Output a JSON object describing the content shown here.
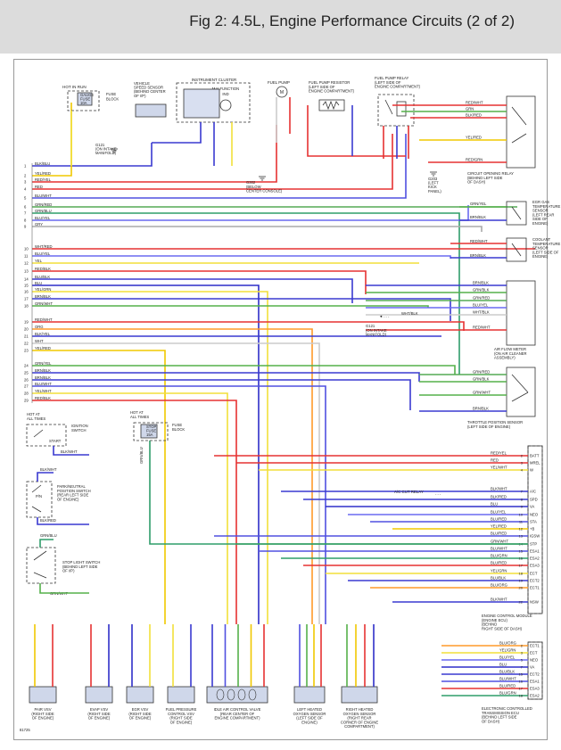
{
  "header": {
    "title": "Fig 2: 4.5L, Engine Performance Circuits (2 of 2)"
  },
  "colors": {
    "blk_blu": "#3a3ad0",
    "yel_red": "#f0c800",
    "red": "#e63232",
    "blu_wht": "#5050e0",
    "grn_red": "#55aa55",
    "grn_blu": "#2f9d6a",
    "blu_yel": "#6a6af0",
    "gry": "#aaaaaa",
    "org": "#ff9a2a",
    "wht": "#cccccc",
    "yel": "#f2df3a",
    "grn": "#55b04a",
    "blu": "#2e2ec8"
  },
  "components": {
    "hot_in_run": "HOT IN RUN",
    "gauge_fuse": [
      "GAUGE",
      "FUSE",
      "10A"
    ],
    "fuse_block_1": [
      "FUSE",
      "BLOCK"
    ],
    "vss": [
      "VEHICLE",
      "SPEED SENSOR",
      "(BEHIND CENTER",
      "OF I/P)"
    ],
    "cluster": [
      "INSTRUMENT CLUSTER",
      "MALFUNCTION",
      "IND"
    ],
    "fuel_pump": "FUEL PUMP",
    "pump_resistor": [
      "FUEL PUMP RESISTOR",
      "(LEFT SIDE OF",
      "ENGINE COMPARTMENT)"
    ],
    "pump_relay": [
      "FUEL PUMP RELAY",
      "(LEFT SIDE OF",
      "ENGINE COMPARTMENT)"
    ],
    "g121_top": [
      "G121",
      "(ON INTAKE",
      "MANIFOLD)"
    ],
    "g302": [
      "G302",
      "(BELOW",
      "CENTER CONSOLE)"
    ],
    "g203": [
      "G203",
      "(LEFT",
      "KICK",
      "PANEL)"
    ],
    "cor": [
      "CIRCUIT OPENING RELAY",
      "(BEHIND LEFT SIDE",
      "OF DASH)"
    ],
    "egr_temp": [
      "EGR GAS",
      "TEMPERATURE",
      "SENSOR",
      "(LEFT REAR",
      "SIDE OF",
      "ENGINE)"
    ],
    "coolant": [
      "COOLANT",
      "TEMPERATURE",
      "SENSOR",
      "(LEFT SIDE OF",
      "ENGINE)"
    ],
    "g121_mid": [
      "G121",
      "(ON INTAKE",
      "MANIFOLD)"
    ],
    "afm": [
      "AIR FLOW METER",
      "(ON AIR CLEANER",
      "ASSEMBLY)"
    ],
    "tps": [
      "THROTTLE POSITION SENSOR",
      "(LEFT SIDE OF ENGINE)"
    ],
    "hot_at_all_1": [
      "HOT AT",
      "ALL TIMES"
    ],
    "ign_switch": [
      "IGNITION",
      "SWITCH"
    ],
    "start": "START",
    "hot_at_all_2": [
      "HOT AT",
      "ALL TIMES"
    ],
    "stop_fuse": [
      "STOP",
      "FUSE",
      "15A"
    ],
    "fuse_block_2": [
      "FUSE",
      "BLOCK"
    ],
    "pn_switch": [
      "PARK/NEUTRAL",
      "POSITION SWITCH",
      "(REAR LEFT SIDE",
      "OF ENGINE)"
    ],
    "pn_label": "P/N",
    "stop_light": [
      "STOP LIGHT SWITCH",
      "(BEHIND LEFT SIDE",
      "OF I/P)"
    ],
    "ac_cut": "A/C CUT RELAY",
    "ecm": [
      "ENGINE CONTROL MODULE",
      "(ENGINE ECU)",
      "(BEHIND",
      "RIGHT SIDE OF DASH)"
    ],
    "ectm": [
      "ELECTRONIC CONTROLLED",
      "TRANSMISSION ECU",
      "(BEHIND LEFT SIDE",
      "OF DASH)"
    ],
    "bottom": [
      [
        "PAIR VSV",
        "(RIGHT SIDE",
        "OF ENGINE)"
      ],
      [
        "EVAP VSV",
        "(RIGHT SIDE",
        "OF ENGINE)"
      ],
      [
        "EGR VSV",
        "(RIGHT SIDE",
        "OF ENGINE)"
      ],
      [
        "FUEL PRESSURE",
        "CONTROL VSV",
        "(RIGHT SIDE",
        "OF ENGINE)"
      ],
      [
        "IDLE AIR CONTROL VALVE",
        "(REAR CENTER OF",
        "ENGINE COMPARTMENT)"
      ],
      [
        "LEFT HEATED",
        "OXYGEN SENSOR",
        "(LEFT SIDE OF",
        "ENGINE)"
      ],
      [
        "RIGHT HEATED",
        "OXYGEN SENSOR",
        "(RIGHT REAR",
        "CORNER OF ENGINE",
        "COMPARTMENT)"
      ]
    ],
    "fig_number": "81725"
  },
  "left_wires": [
    {
      "num": "1",
      "label": "BLK/BLU",
      "color": "blk_blu"
    },
    {
      "num": "2",
      "label": "YEL/RED",
      "color": "yel_red"
    },
    {
      "num": "3",
      "label": "RED/YEL",
      "color": "red"
    },
    {
      "num": "4",
      "label": "RED",
      "color": "red"
    },
    {
      "num": "5",
      "label": "BLU/WHT",
      "color": "blu_wht"
    },
    {
      "num": "6",
      "label": "GRN/RED",
      "color": "grn_red"
    },
    {
      "num": "7",
      "label": "GRN/BLU",
      "color": "grn_blu"
    },
    {
      "num": "8",
      "label": "BLU/YEL",
      "color": "blu_yel"
    },
    {
      "num": "9",
      "label": "GRY",
      "color": "gry"
    },
    {
      "num": "10",
      "label": "WHT/RED",
      "color": "red"
    },
    {
      "num": "11",
      "label": "BLU/YEL",
      "color": "blu_yel"
    },
    {
      "num": "12",
      "label": "YEL",
      "color": "yel"
    },
    {
      "num": "13",
      "label": "RED/BLK",
      "color": "red"
    },
    {
      "num": "14",
      "label": "BLU/BLK",
      "color": "blk_blu"
    },
    {
      "num": "15",
      "label": "BLU",
      "color": "blu"
    },
    {
      "num": "16",
      "label": "YEL/GRN",
      "color": "yel"
    },
    {
      "num": "17",
      "label": "BRN/BLK",
      "color": "blk_blu"
    },
    {
      "num": "18",
      "label": "GRN/WHT",
      "color": "grn"
    },
    {
      "num": "19",
      "label": "RED/WHT",
      "color": "red"
    },
    {
      "num": "20",
      "label": "ORG",
      "color": "org"
    },
    {
      "num": "21",
      "label": "BLK/YEL",
      "color": "blk_blu"
    },
    {
      "num": "22",
      "label": "WHT",
      "color": "wht"
    },
    {
      "num": "23",
      "label": "YEL/RED",
      "color": "yel_red"
    },
    {
      "num": "24",
      "label": "GRN/YEL",
      "color": "grn"
    },
    {
      "num": "25",
      "label": "BRN/BLK",
      "color": "blk_blu"
    },
    {
      "num": "26",
      "label": "BRN/BLK",
      "color": "blk_blu"
    },
    {
      "num": "27",
      "label": "BLU/WHT",
      "color": "blu_wht"
    },
    {
      "num": "28",
      "label": "YEL/WHT",
      "color": "yel"
    },
    {
      "num": "29",
      "label": "RED/BLK",
      "color": "red"
    }
  ],
  "ecm_pins": [
    {
      "label": "RED/YEL",
      "num": "2",
      "term": "BATT"
    },
    {
      "label": "RED",
      "num": "3",
      "term": "MREL"
    },
    {
      "label": "YEL/WHT",
      "num": "4",
      "term": "W"
    },
    {
      "label": "BLK/WHT",
      "num": "7",
      "term": "A/C"
    },
    {
      "label": "BLK/RED",
      "num": "8",
      "term": "SPD"
    },
    {
      "label": "BLU",
      "num": "9",
      "term": "VA"
    },
    {
      "label": "BLU/YEL",
      "num": "10",
      "term": "NEO"
    },
    {
      "label": "BLU/RED",
      "num": "11",
      "term": "STA"
    },
    {
      "label": "YEL/RED",
      "num": "12",
      "term": "+B"
    },
    {
      "label": "BLU/RED",
      "num": "13",
      "term": "IGSW"
    },
    {
      "label": "GRN/WHT",
      "num": "14",
      "term": "STP"
    },
    {
      "label": "BLU/WHT",
      "num": "15",
      "term": "ESA1"
    },
    {
      "label": "BLU/GRN",
      "num": "16",
      "term": "ESA2"
    },
    {
      "label": "BLU/RED",
      "num": "17",
      "term": "ESA3"
    },
    {
      "label": "YEL/GRN",
      "num": "18",
      "term": "ECT"
    },
    {
      "label": "BLU/BLK",
      "num": "19",
      "term": "ECT2"
    },
    {
      "label": "BLU/ORG",
      "num": "20",
      "term": "ECT1"
    },
    {
      "label": "BLK/WHT",
      "num": "22",
      "term": "NSW"
    }
  ],
  "ectm_pins": [
    {
      "label": "BLU/ORG",
      "num": "2",
      "term": "ECT1"
    },
    {
      "label": "YEL/GRN",
      "num": "3",
      "term": "ECT"
    },
    {
      "label": "BLU/YEL",
      "num": "5",
      "term": "NEO"
    },
    {
      "label": "BLU",
      "num": "7",
      "term": "VA"
    },
    {
      "label": "BLU/BLK",
      "num": "15",
      "term": "ECT2"
    },
    {
      "label": "BLU/WHT",
      "num": "16",
      "term": "ESA1"
    },
    {
      "label": "BLU/RED",
      "num": "17",
      "term": "ESA3"
    },
    {
      "label": "BLU/GRN",
      "num": "18",
      "term": "ESA2"
    }
  ],
  "right_labels": {
    "cor": [
      "RED/WHT",
      "GRN",
      "BLK/RED",
      "YEL/RED",
      "RED/GRN"
    ],
    "egr": [
      "GRN/YEL",
      "BRN/BLK"
    ],
    "coolant": [
      "RED/WHT",
      "BRN/BLK"
    ],
    "afm": [
      "BRN/BLK",
      "GRN/BLK",
      "GRN/RED",
      "BLU/YEL",
      "WHT/BLK",
      "RED/WHT"
    ],
    "afm_ground": "WHT/BLK",
    "tps": [
      "GRN/RED",
      "GRN/BLK",
      "GRN/WHT",
      "BRN/BLK"
    ]
  },
  "misc_labels": {
    "ign_out": "BLK/WHT",
    "stop_out": "GRN/BLU",
    "pn_top": "BLK/WHT",
    "pn_bot": "BLK/RED",
    "stop_top": "GRN/BLU",
    "stop_bot": "GRN/WHT"
  }
}
